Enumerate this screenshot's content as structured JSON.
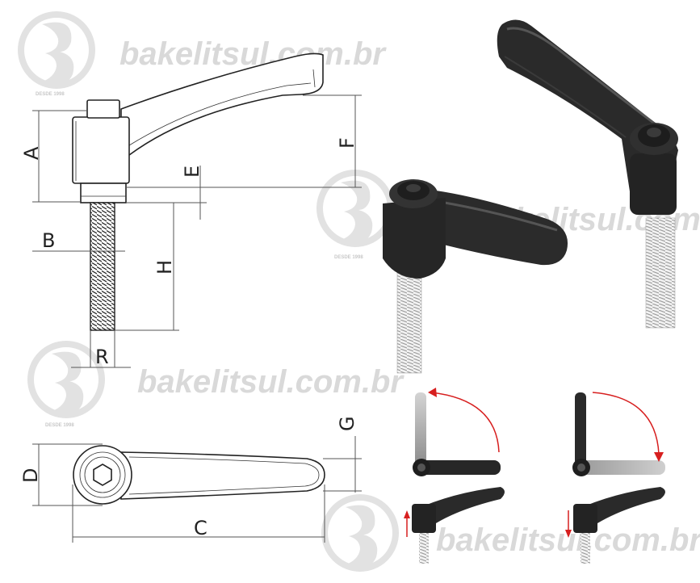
{
  "watermark": {
    "brand_text": "bakelitsul.com.br",
    "since_text": "DESDE 1998",
    "logo_icon": "bakelitsul-logo-icon"
  },
  "dimensions": {
    "A": "A",
    "B": "B",
    "C": "C",
    "D": "D",
    "E": "E",
    "F": "F",
    "G": "G",
    "H": "H",
    "R": "R"
  },
  "colors": {
    "arrow_red": "#d71f1f",
    "handle_black": "#262626",
    "thread_grey": "#bdbdbd",
    "watermark_grey": "#d9d9d9"
  }
}
